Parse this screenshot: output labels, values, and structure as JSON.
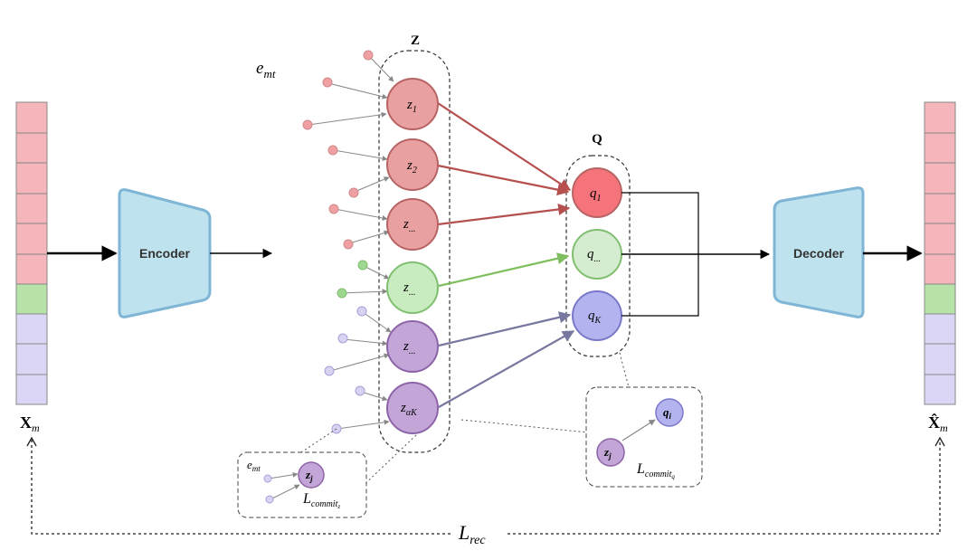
{
  "encoder": {
    "label": "Encoder"
  },
  "decoder": {
    "label": "Decoder"
  },
  "input": {
    "label": "X",
    "sub": "m"
  },
  "output": {
    "label": "X̂",
    "sub": "m"
  },
  "emt": {
    "label": "e",
    "sub": "mt"
  },
  "Z": {
    "label": "Z"
  },
  "Q": {
    "label": "Q"
  },
  "z_nodes": [
    {
      "base": "z",
      "sub": "1",
      "group": "red"
    },
    {
      "base": "z",
      "sub": "2",
      "group": "red"
    },
    {
      "base": "z",
      "sub": "...",
      "group": "red"
    },
    {
      "base": "z",
      "sub": "...",
      "group": "green"
    },
    {
      "base": "z",
      "sub": "...",
      "group": "purple"
    },
    {
      "base": "z",
      "sub": "αK",
      "group": "purple"
    }
  ],
  "q_nodes": [
    {
      "base": "q",
      "sub": "1",
      "group": "red"
    },
    {
      "base": "q",
      "sub": "...",
      "group": "green"
    },
    {
      "base": "q",
      "sub": "K",
      "group": "blue"
    }
  ],
  "commit_z": {
    "emt": "e",
    "emt_sub": "mt",
    "node": "z",
    "node_sub": "j",
    "loss": "L",
    "loss_sub": "commit",
    "loss_subsub": "z"
  },
  "commit_q": {
    "z": "z",
    "z_sub": "j",
    "q": "q",
    "q_sub": "i",
    "loss": "L",
    "loss_sub": "commit",
    "loss_subsub": "q"
  },
  "rec": {
    "label": "L",
    "sub": "rec"
  },
  "colors": {
    "red_fill": "#e8a0a0",
    "red_stroke": "#b86464",
    "red_q_fill": "#f5737a",
    "red_arrow": "#b5504f",
    "green_fill": "#c8ecc0",
    "green_stroke": "#7fbf6f",
    "green_arrow": "#7fbf5f",
    "purple_fill": "#c3a5d8",
    "purple_stroke": "#8e64a8",
    "blue_fill": "#b3b3f0",
    "blue_stroke": "#7a78c8",
    "blue_arrow": "#77779f",
    "cyan_fill": "#bfe3ee",
    "cyan_stroke": "#7fb6d6"
  }
}
